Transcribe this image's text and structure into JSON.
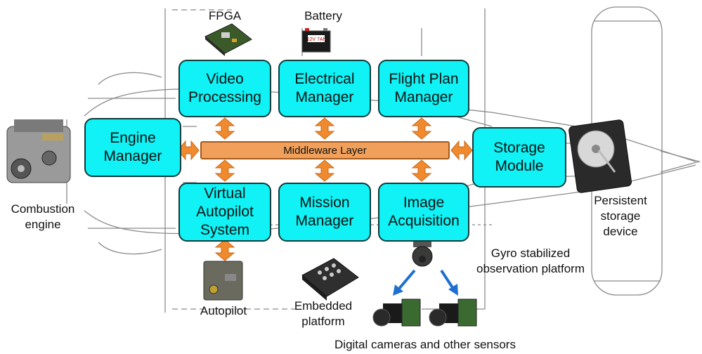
{
  "middleware": {
    "label": "Middleware Layer"
  },
  "modules": {
    "video": "Video\nProcessing",
    "electrical": "Electrical\nManager",
    "flight_plan": "Flight Plan\nManager",
    "engine": "Engine\nManager",
    "storage": "Storage\nModule",
    "autopilot": "Virtual\nAutopilot\nSystem",
    "mission": "Mission\nManager",
    "image": "Image\nAcquisition"
  },
  "hardware": {
    "fpga": "FPGA",
    "battery": "Battery",
    "battery_text": "12V 7Ah",
    "combustion": "Combustion\nengine",
    "storage_device": "Persistent\nstorage\ndevice",
    "gyro": "Gyro stabilized\nobservation platform",
    "autopilot": "Autopilot",
    "embedded": "Embedded\nplatform",
    "cameras": "Digital cameras and other sensors"
  },
  "colors": {
    "module_fill": "#10f2f5",
    "module_border": "#0d3b3c",
    "middleware_fill": "#f0a05a",
    "arrow_orange": "#f08a2e",
    "arrow_blue": "#1e6fd0"
  }
}
